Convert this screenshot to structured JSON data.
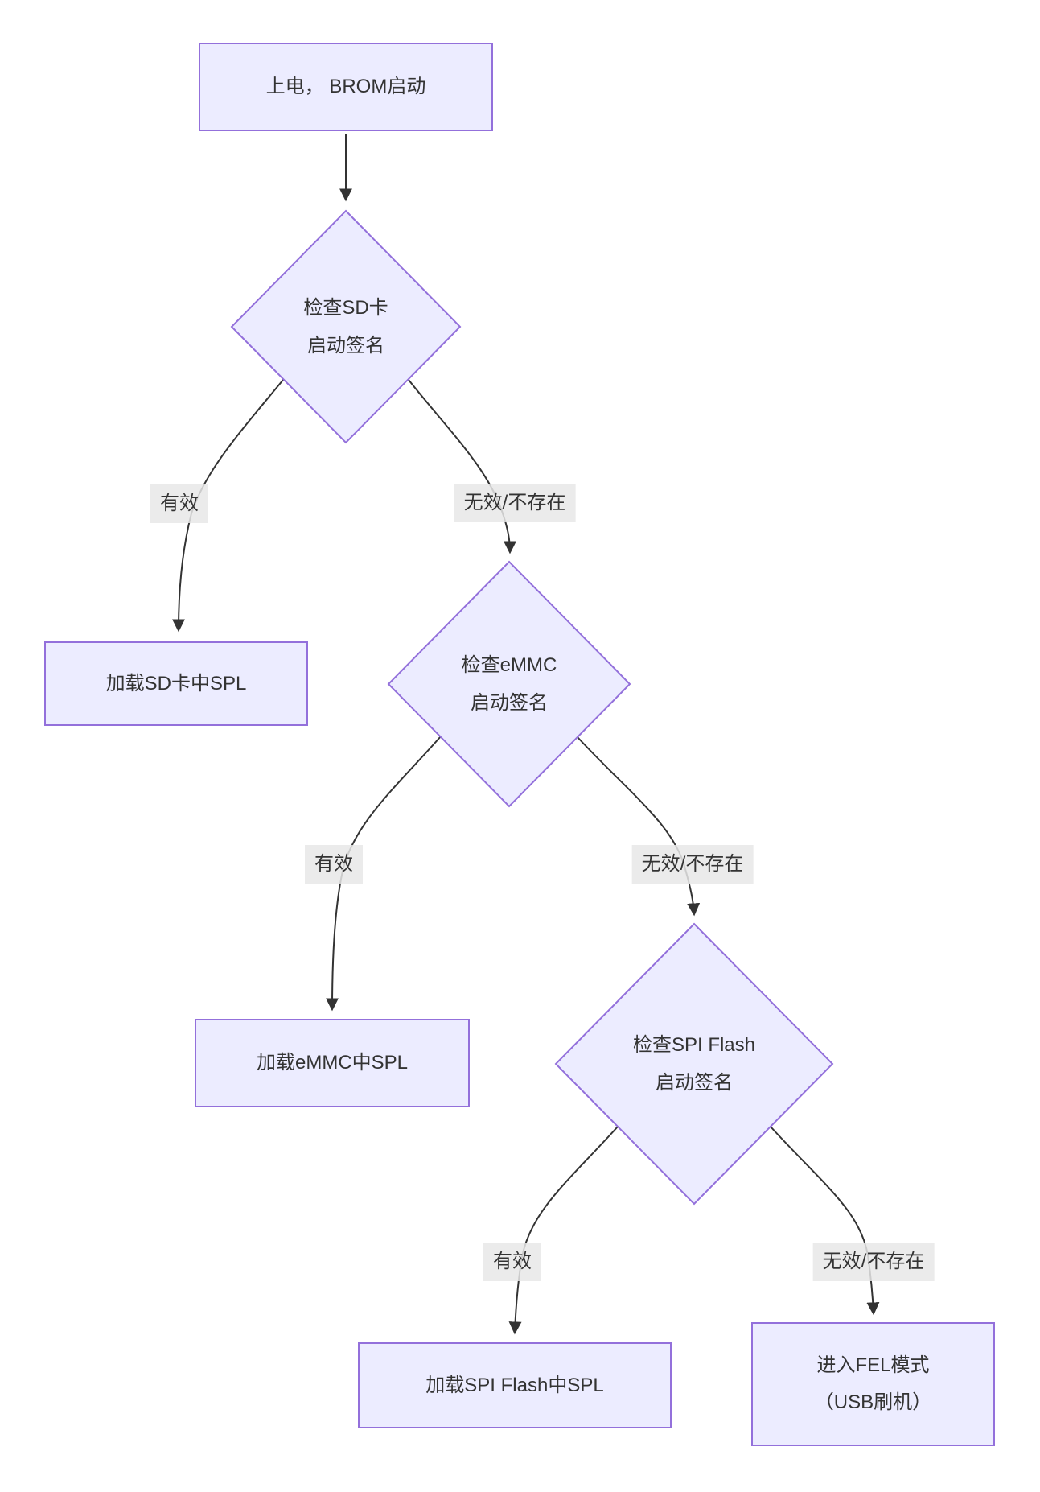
{
  "diagram": {
    "type": "flowchart",
    "title": "BROM boot sequence flowchart",
    "colors": {
      "diagram_bg": "#ffffff",
      "node_fill": "#ECECFF",
      "node_border": "#9370DB",
      "edge_color": "#333333",
      "edge_label_bg": "#e8e8e8",
      "text_color": "#333333"
    },
    "nodes": {
      "power_on": {
        "shape": "rect",
        "label": "上电， BROM启动"
      },
      "check_sd": {
        "shape": "diamond",
        "lines": [
          "检查SD卡",
          "启动签名"
        ]
      },
      "load_sd": {
        "shape": "rect",
        "label": "加载SD卡中SPL"
      },
      "check_emmc": {
        "shape": "diamond",
        "lines": [
          "检查eMMC",
          "启动签名"
        ]
      },
      "load_emmc": {
        "shape": "rect",
        "label": "加载eMMC中SPL"
      },
      "check_spi": {
        "shape": "diamond",
        "lines": [
          "检查SPI Flash",
          "启动签名"
        ]
      },
      "load_spi": {
        "shape": "rect",
        "label": "加载SPI Flash中SPL"
      },
      "fel": {
        "shape": "rect",
        "lines": [
          "进入FEL模式",
          "（USB刷机）"
        ]
      }
    },
    "edges": [
      {
        "from": "power_on",
        "to": "check_sd",
        "label": ""
      },
      {
        "from": "check_sd",
        "to": "load_sd",
        "label": "有效"
      },
      {
        "from": "check_sd",
        "to": "check_emmc",
        "label": "无效/不存在"
      },
      {
        "from": "check_emmc",
        "to": "load_emmc",
        "label": "有效"
      },
      {
        "from": "check_emmc",
        "to": "check_spi",
        "label": "无效/不存在"
      },
      {
        "from": "check_spi",
        "to": "load_spi",
        "label": "有效"
      },
      {
        "from": "check_spi",
        "to": "fel",
        "label": "无效/不存在"
      }
    ]
  }
}
